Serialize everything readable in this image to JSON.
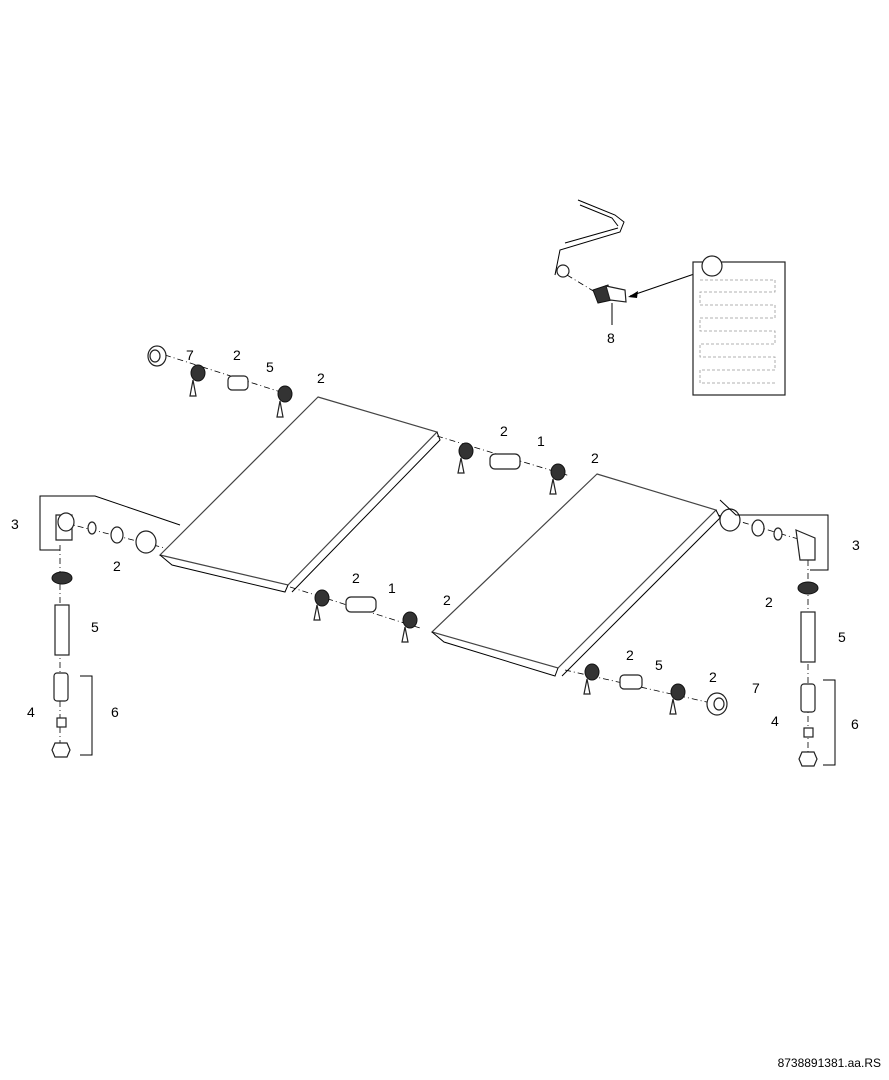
{
  "diagram": {
    "part_labels": {
      "tl_7": "7",
      "tl_2a": "2",
      "tl_5": "5",
      "tl_2b": "2",
      "mid_2a": "2",
      "mid_1": "1",
      "mid_2b": "2",
      "detail_8": "8",
      "left_3": "3",
      "left_2": "2",
      "left_5": "5",
      "left_4": "4",
      "left_6": "6",
      "low_2a": "2",
      "low_1": "1",
      "low_2b": "2",
      "right_3": "3",
      "right_2": "2",
      "right_5": "5",
      "right_4": "4",
      "right_6": "6",
      "br_2a": "2",
      "br_5": "5",
      "br_2b": "2",
      "br_7": "7"
    },
    "document_id": "8738891381.aa.RS"
  }
}
